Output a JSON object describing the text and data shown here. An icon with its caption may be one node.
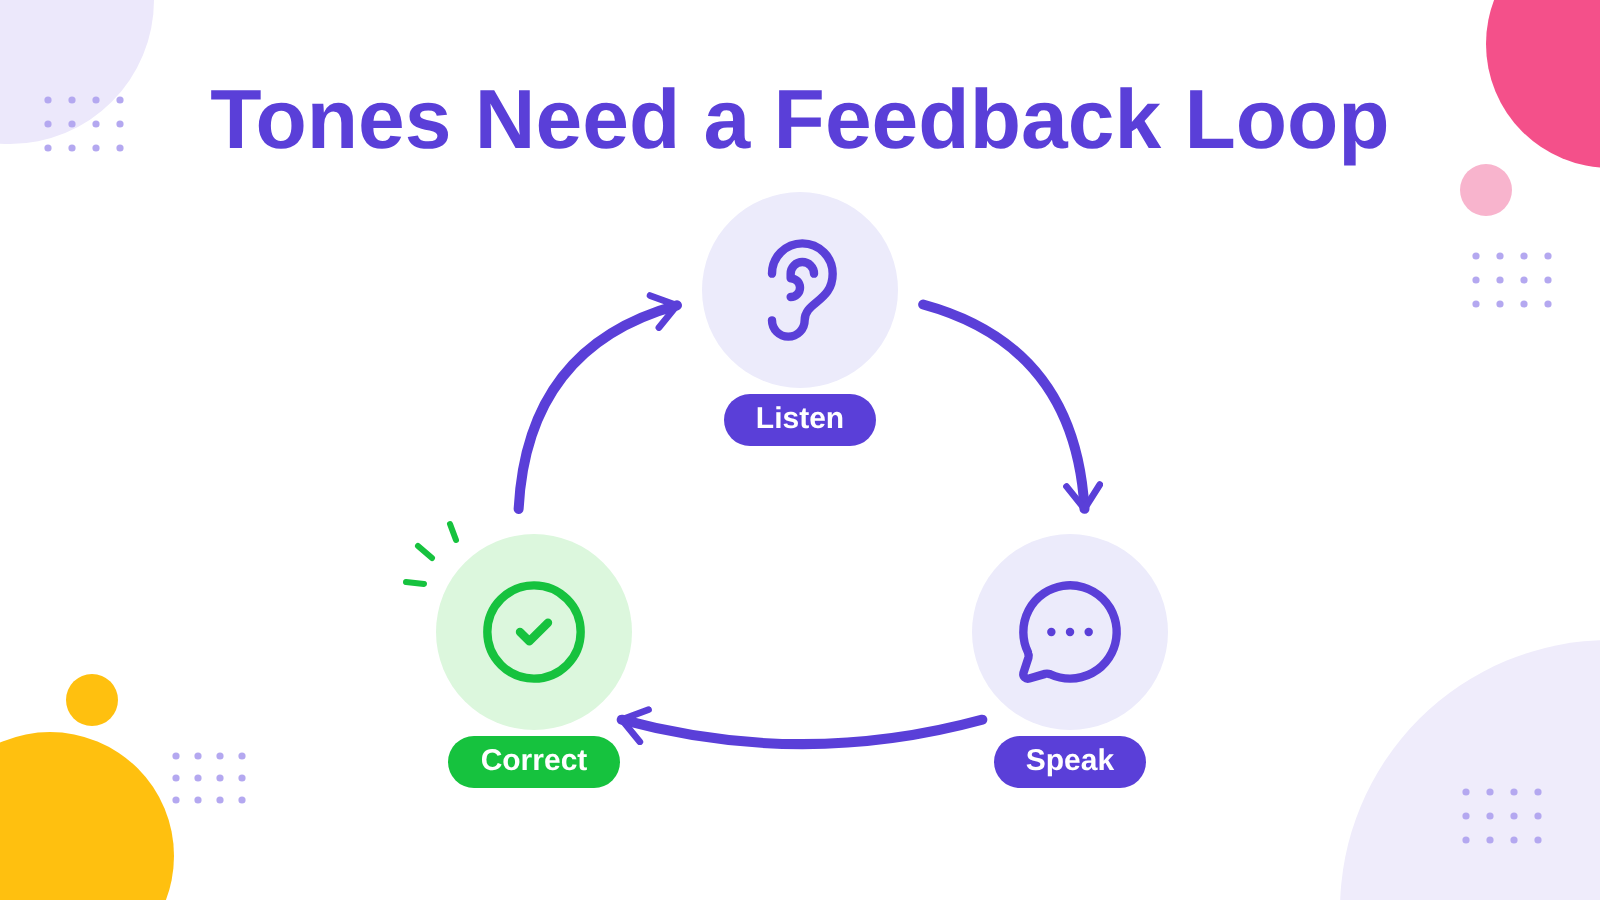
{
  "diagram": {
    "title": "Tones Need a Feedback Loop",
    "nodes": [
      {
        "text": [
          "Listen"
        ]
      },
      {
        "text": [
          "Speak"
        ]
      },
      {
        "text": [
          "Correct"
        ]
      }
    ],
    "edges": [
      {
        "from": 0,
        "to": 1,
        "arrow": "to"
      },
      {
        "from": 1,
        "to": 2,
        "arrow": "to"
      },
      {
        "from": 2,
        "to": 0,
        "arrow": "to"
      }
    ]
  }
}
